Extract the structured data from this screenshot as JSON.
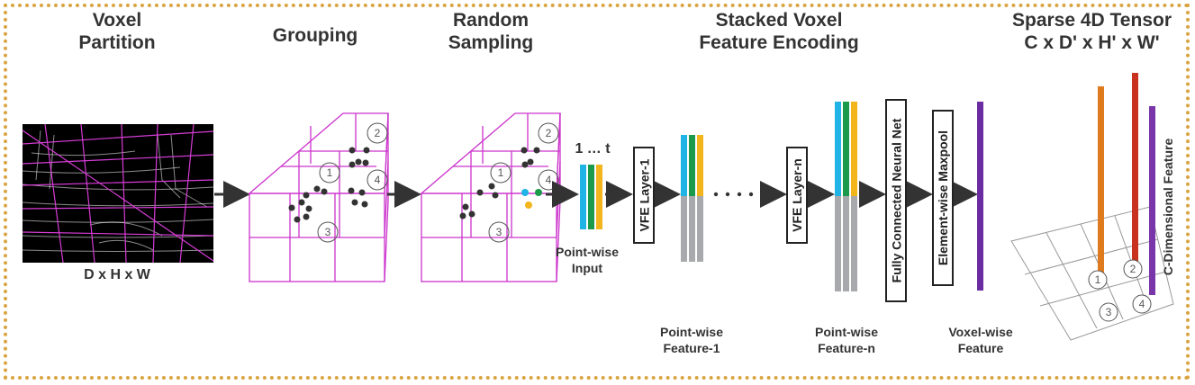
{
  "titles": {
    "voxel_partition": [
      "Voxel",
      "Partition"
    ],
    "grouping": "Grouping",
    "random_sampling": [
      "Random",
      "Sampling"
    ],
    "svfe": [
      "Stacked Voxel",
      "Feature Encoding"
    ],
    "sparse_tensor": [
      "Sparse 4D Tensor",
      "C x D' x H' x W'"
    ]
  },
  "labels": {
    "dhw": "D x H x W",
    "one_to_t": "1 … t",
    "pointwise_input": [
      "Point-wise",
      "Input"
    ],
    "vfe_layer_1": "VFE Layer-1",
    "vfe_layer_n": "VFE Layer-n",
    "fcn": "Fully Connected Neural Net",
    "maxpool": "Element-wise Maxpool",
    "pw_feature_1": [
      "Point-wise",
      "Feature-1"
    ],
    "pw_feature_n": [
      "Point-wise",
      "Feature-n"
    ],
    "voxel_feature": [
      "Voxel-wise",
      "Feature"
    ],
    "c_dim": "C-Dimensional Feature"
  },
  "circle_numbers": [
    "1",
    "2",
    "3",
    "4"
  ],
  "colors": {
    "frame_dots": "#d9a441",
    "voxel_grid": "#cc33cc",
    "point_blue": "#1fb3e6",
    "point_green": "#1a9a4a",
    "point_yellow": "#f2b51c",
    "feature_gray": "#a7a9ac",
    "voxel_feature_purple": "#6a2ca0",
    "tensor_orange": "#e07a1f",
    "tensor_red": "#c8321e",
    "tensor_purple": "#7a35a8",
    "arrow": "#333333"
  }
}
